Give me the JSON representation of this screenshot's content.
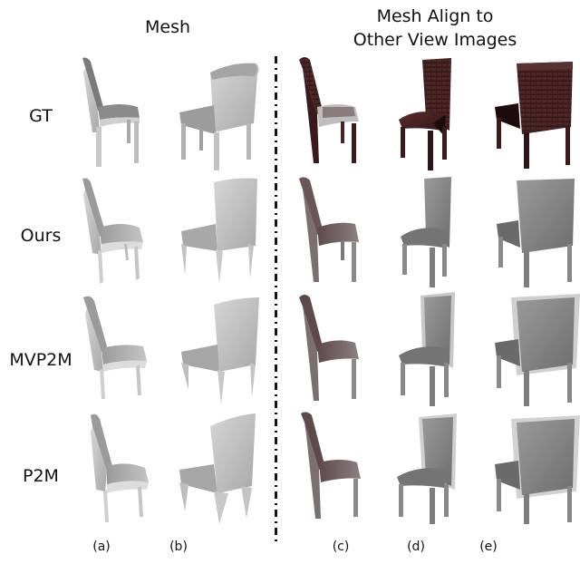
{
  "figure": {
    "header_left": "Mesh",
    "header_right_line1": "Mesh Align to",
    "header_right_line2": "Other View Images",
    "rows": [
      {
        "label": "GT"
      },
      {
        "label": "Ours"
      },
      {
        "label": "MVP2M"
      },
      {
        "label": "P2M"
      }
    ],
    "columns": [
      {
        "label": "(a)"
      },
      {
        "label": "(b)"
      },
      {
        "label": "(c)"
      },
      {
        "label": "(d)"
      },
      {
        "label": "(e)"
      }
    ],
    "colors": {
      "mesh_gray": "#b8b8b8",
      "mesh_dark": "#8a8a8a",
      "texture_brown": "#4a2424",
      "aligned_gray": "#7e7e7e"
    }
  }
}
